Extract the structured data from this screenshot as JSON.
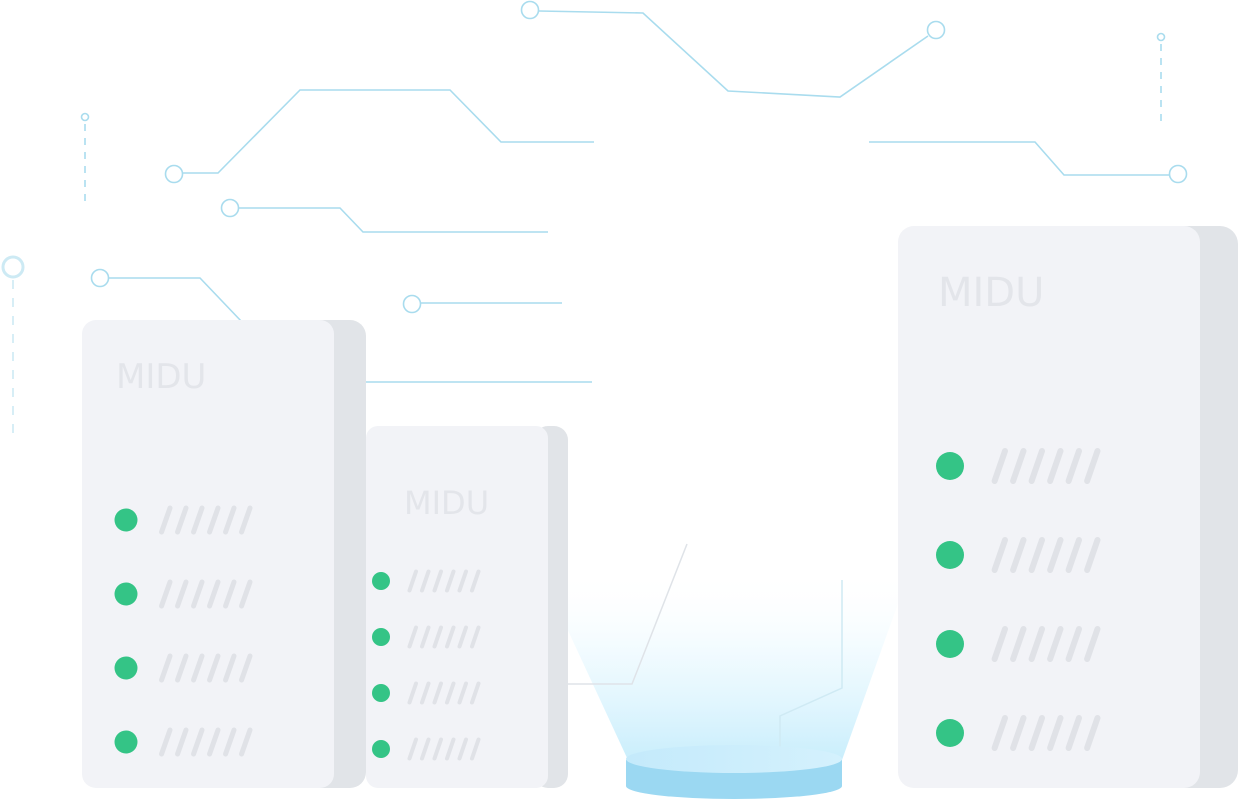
{
  "servers": [
    {
      "id": "left",
      "brand": "MIDU",
      "led_count": 4,
      "slash_glyphs": "//////",
      "led_color": "#34c486"
    },
    {
      "id": "middle",
      "brand": "MIDU",
      "led_count": 4,
      "slash_glyphs": "//////",
      "led_color": "#34c486"
    },
    {
      "id": "right",
      "brand": "MIDU",
      "led_count": 4,
      "slash_glyphs": "//////",
      "led_color": "#34c486"
    }
  ],
  "colors": {
    "server_face": "#f2f3f7",
    "server_side": "#e1e4e8",
    "circuit_line": "#a9dcee",
    "led": "#34c486",
    "slash": "#e0e2e7",
    "pedestal_top": "#c6ebfa",
    "pedestal_side": "#9bd8f2",
    "beam": "#dff5fd"
  }
}
